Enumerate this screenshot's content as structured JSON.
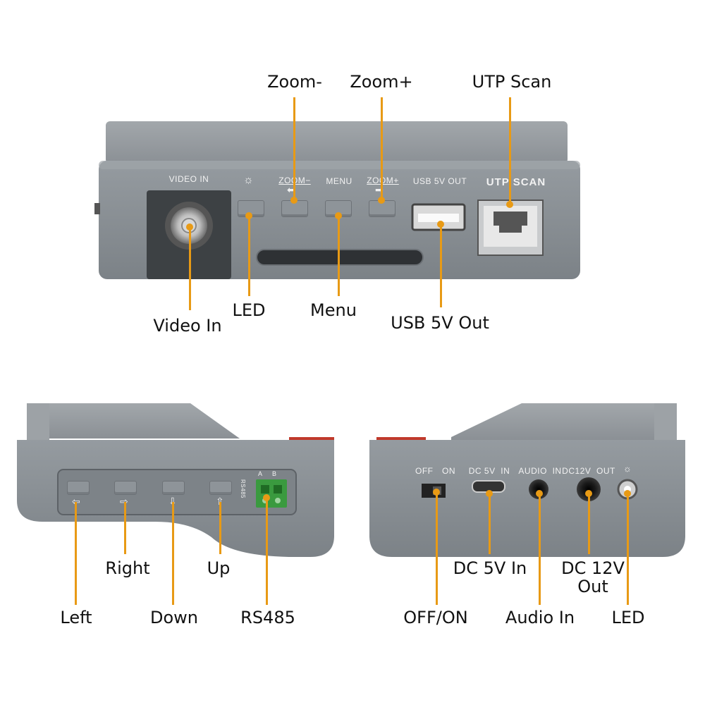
{
  "top_panel": {
    "silk": {
      "video_in": "VIDEO IN",
      "zoom_minus": "ZOOM−",
      "menu": "MENU",
      "zoom_plus": "ZOOM+",
      "usb": "USB 5V OUT",
      "utp": "UTP SCAN"
    },
    "callouts": {
      "zoom_minus": "Zoom-",
      "zoom_plus": "Zoom+",
      "utp_scan": "UTP Scan",
      "led": "LED",
      "menu": "Menu",
      "video_in": "Video In",
      "usb_out": "USB 5V Out"
    }
  },
  "left_panel": {
    "silk": {
      "a": "A",
      "b": "B",
      "rs485": "RS485"
    },
    "callouts": {
      "right": "Right",
      "up": "Up",
      "left": "Left",
      "down": "Down",
      "rs485": "RS485"
    }
  },
  "right_panel": {
    "silk": {
      "off": "OFF",
      "on": "ON",
      "dc5v_in": "DC 5V  IN",
      "audio_in": "AUDIO  IN",
      "dc12v_out": "DC12V  OUT"
    },
    "callouts": {
      "dc5v_in": "DC 5V In",
      "dc12v_out_1": "DC 12V",
      "dc12v_out_2": "Out",
      "off_on": "OFF/ON",
      "audio_in": "Audio In",
      "led": "LED"
    }
  },
  "colors": {
    "leader": "#e89a15",
    "body": "#8a9095",
    "accent_red": "#c0392b",
    "terminal_green": "#3a9a3f"
  }
}
